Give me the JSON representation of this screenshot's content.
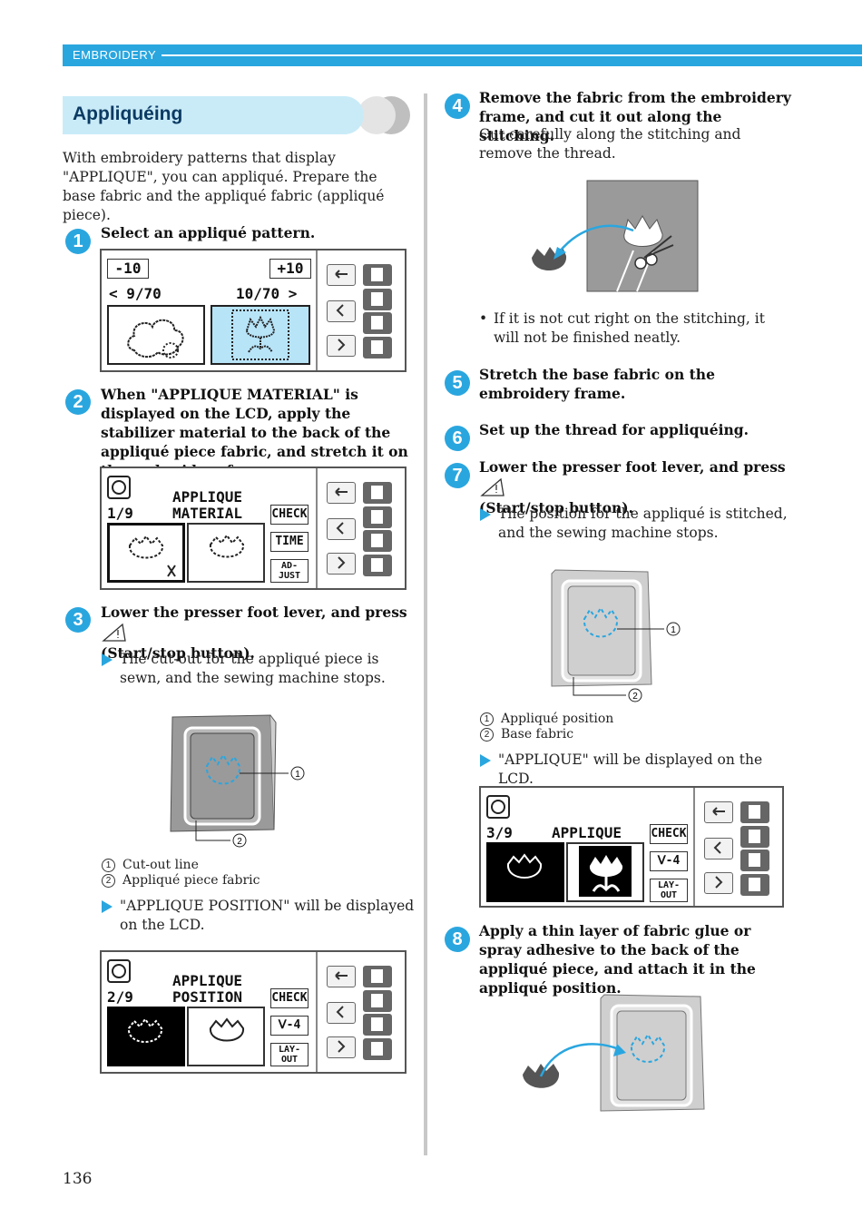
{
  "header": {
    "section": "EMBROIDERY"
  },
  "title": "Appliquéing",
  "intro": "With embroidery patterns that display \"APPLIQUE\", you can appliqué. Prepare the base fabric and the appliqué fabric (appliqué piece).",
  "steps": [
    {
      "num": "1",
      "text": "Select an appliqué pattern."
    },
    {
      "num": "2",
      "text": "When \"APPLIQUE MATERIAL\" is displayed on the LCD, apply the stabilizer material to the back of the appliqué piece fabric, and stretch it on the embroidery frame."
    },
    {
      "num": "3",
      "text": "Lower the presser foot lever, and press",
      "text2": "(Start/stop button).",
      "result": "The cut-out for the appliqué piece is sewn, and the sewing machine stops."
    },
    {
      "num": "4",
      "text": "Remove the fabric from the embroidery frame, and cut it out along the stitching.",
      "sub": "Cut carefully along the stitching and remove the thread.",
      "bullet": "If it is not cut right on the stitching, it will not be finished neatly."
    },
    {
      "num": "5",
      "text": "Stretch the base fabric on the embroidery frame."
    },
    {
      "num": "6",
      "text": "Set up the thread for appliquéing."
    },
    {
      "num": "7",
      "text": "Lower the presser foot lever, and press",
      "text2": "(Start/stop button).",
      "result": "The position for the appliqué is stitched, and the sewing machine stops."
    },
    {
      "num": "8",
      "text": "Apply a thin layer of fabric glue or spray adhesive to the back of the appliqué piece, and attach it in the appliqué position."
    }
  ],
  "legend_step3": [
    {
      "n": "1",
      "label": "Cut-out line"
    },
    {
      "n": "2",
      "label": "Appliqué piece fabric"
    }
  ],
  "legend_step7": [
    {
      "n": "1",
      "label": "Appliqué position"
    },
    {
      "n": "2",
      "label": "Base fabric"
    }
  ],
  "notes": {
    "applique_position": "\"APPLIQUE POSITION\" will be displayed on the LCD.",
    "applique": "\"APPLIQUE\" will be displayed on the LCD."
  },
  "lcd1": {
    "minus": "-10",
    "plus": "+10",
    "left": "< 9/70",
    "right": "10/70 >"
  },
  "lcd2": {
    "count": "1/9",
    "line1": "APPLIQUE",
    "line2": "MATERIAL",
    "b1": "CHECK",
    "b2": "TIME",
    "b3a": "AD-",
    "b3b": "JUST"
  },
  "lcd3": {
    "count": "2/9",
    "line1": "APPLIQUE",
    "line2": "POSITION",
    "b1": "CHECK",
    "b2": "Ⅴ-4",
    "b3a": "LAY-",
    "b3b": "OUT"
  },
  "lcd4": {
    "count": "3/9",
    "line1": "APPLIQUE",
    "b1": "CHECK",
    "b2": "Ⅴ-4",
    "b3a": "LAY-",
    "b3b": "OUT"
  },
  "page_number": "136",
  "colors": {
    "accent": "#2aa6df",
    "title_band": "#c9ebf8",
    "fabric": "#9a9a9a",
    "selection": "#b8e4f8"
  }
}
